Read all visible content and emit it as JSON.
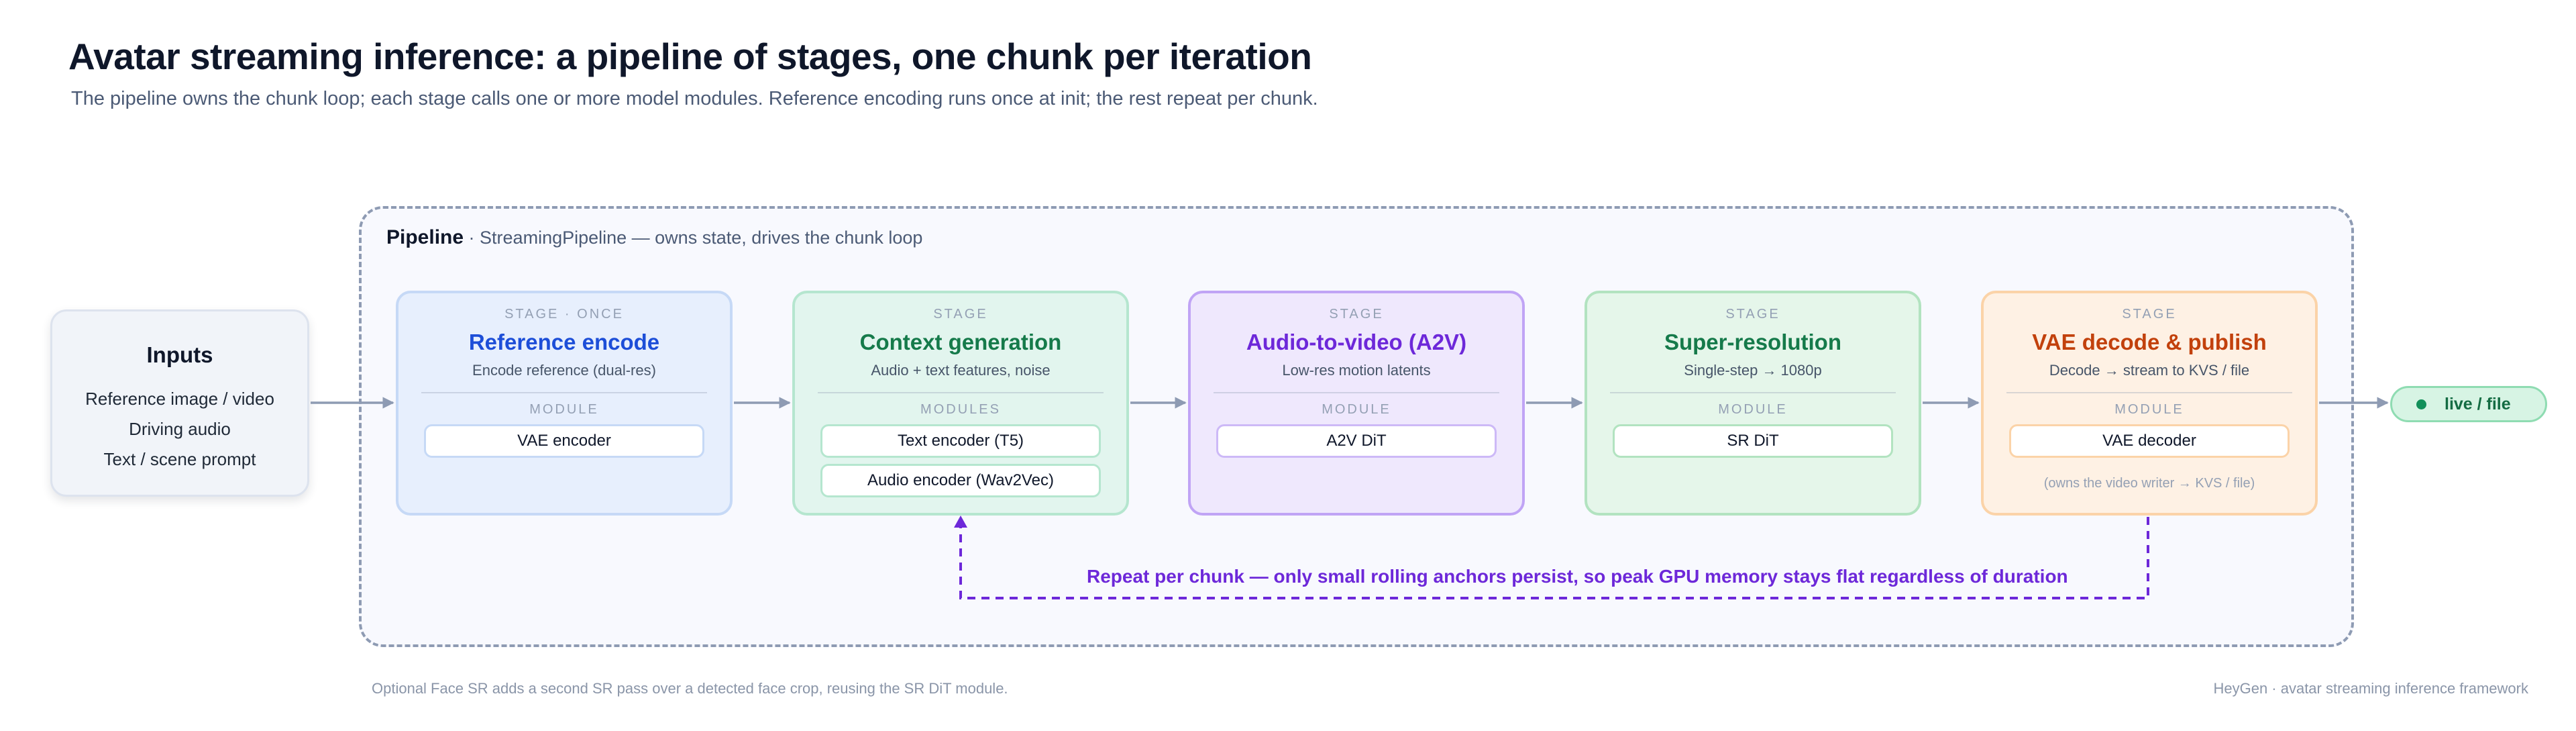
{
  "header": {
    "title": "Avatar streaming inference: a pipeline of stages, one chunk per iteration",
    "subtitle": "The pipeline owns the chunk loop; each stage calls one or more model modules. Reference encoding runs once at init; the rest repeat per chunk."
  },
  "pipeline": {
    "name": "Pipeline",
    "description": " · StreamingPipeline — owns state, drives the chunk loop"
  },
  "inputs": {
    "title": "Inputs",
    "items": [
      "Reference image / video",
      "Driving audio",
      "Text / scene prompt"
    ]
  },
  "stages": [
    {
      "kicker": "STAGE · ONCE",
      "name": "Reference encode",
      "desc": "Encode reference (dual-res)",
      "module_label": "MODULE",
      "modules": [
        "VAE encoder"
      ],
      "color": "#1d4ed8"
    },
    {
      "kicker": "STAGE",
      "name": "Context generation",
      "desc": "Audio + text features, noise",
      "module_label": "MODULES",
      "modules": [
        "Text encoder (T5)",
        "Audio encoder (Wav2Vec)"
      ],
      "color": "#157a4a"
    },
    {
      "kicker": "STAGE",
      "name": "Audio-to-video (A2V)",
      "desc": "Low-res motion latents",
      "module_label": "MODULE",
      "modules": [
        "A2V DiT"
      ],
      "color": "#6d28d9"
    },
    {
      "kicker": "STAGE",
      "name": "Super-resolution",
      "desc": "Single-step → 1080p",
      "module_label": "MODULE",
      "modules": [
        "SR DiT"
      ],
      "color": "#157a4a"
    },
    {
      "kicker": "STAGE",
      "name": "VAE decode & publish",
      "desc": "Decode → stream to KVS / file",
      "module_label": "MODULE",
      "modules": [
        "VAE decoder"
      ],
      "note": "(owns the video writer → KVS / file)",
      "color": "#c2410c"
    }
  ],
  "output": {
    "label": "live / file"
  },
  "loop": {
    "label": "Repeat per chunk — only small rolling anchors persist, so peak GPU memory stays flat regardless of duration"
  },
  "footer": {
    "left": "Optional Face SR adds a second SR pass over a detected face crop, reusing the SR DiT module.",
    "right": "HeyGen · avatar streaming inference framework"
  }
}
